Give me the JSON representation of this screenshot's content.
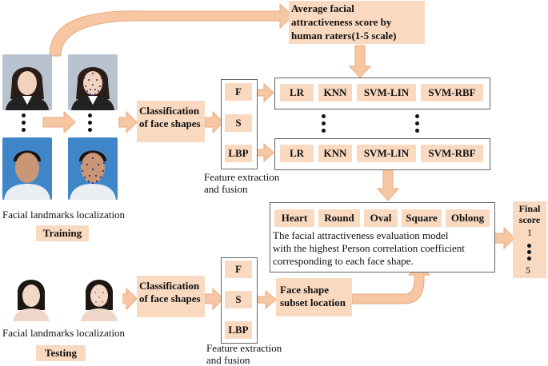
{
  "colors": {
    "box_fill": "#f9d9c0",
    "arrow_fill": "#f7c7a4",
    "arrow_stroke": "#e9a97e"
  },
  "top_score": {
    "lines": [
      "Average facial",
      "attractiveness score by",
      "human raters(1-5 scale)"
    ]
  },
  "training": {
    "label": "Training",
    "landmarks_caption": "Facial landmarks localization",
    "classification_lines": [
      "Classification",
      "of face shapes"
    ],
    "features": [
      "F",
      "S",
      "LBP"
    ],
    "feature_caption_lines": [
      "Feature extraction",
      "and fusion"
    ],
    "models_row1": [
      "LR",
      "KNN",
      "SVM-LIN",
      "SVM-RBF"
    ],
    "models_row2": [
      "LR",
      "KNN",
      "SVM-LIN",
      "SVM-RBF"
    ]
  },
  "evaluation": {
    "shapes": [
      "Heart",
      "Round",
      "Oval",
      "Square",
      "Oblong"
    ],
    "description_lines": [
      "The facial attractiveness evaluation model",
      "with the highest Person correlation coefficient",
      "corresponding to each face shape."
    ]
  },
  "final_score": {
    "label_lines": [
      "Final",
      "score"
    ],
    "top_value": "1",
    "bottom_value": "5"
  },
  "testing": {
    "label": "Testing",
    "landmarks_caption": "Facial landmarks localization",
    "classification_lines": [
      "Classification",
      "of face shapes"
    ],
    "features": [
      "F",
      "S",
      "LBP"
    ],
    "feature_caption_lines": [
      "Feature extraction",
      "and fusion"
    ],
    "subset_lines": [
      "Face shape",
      "subset location"
    ]
  }
}
